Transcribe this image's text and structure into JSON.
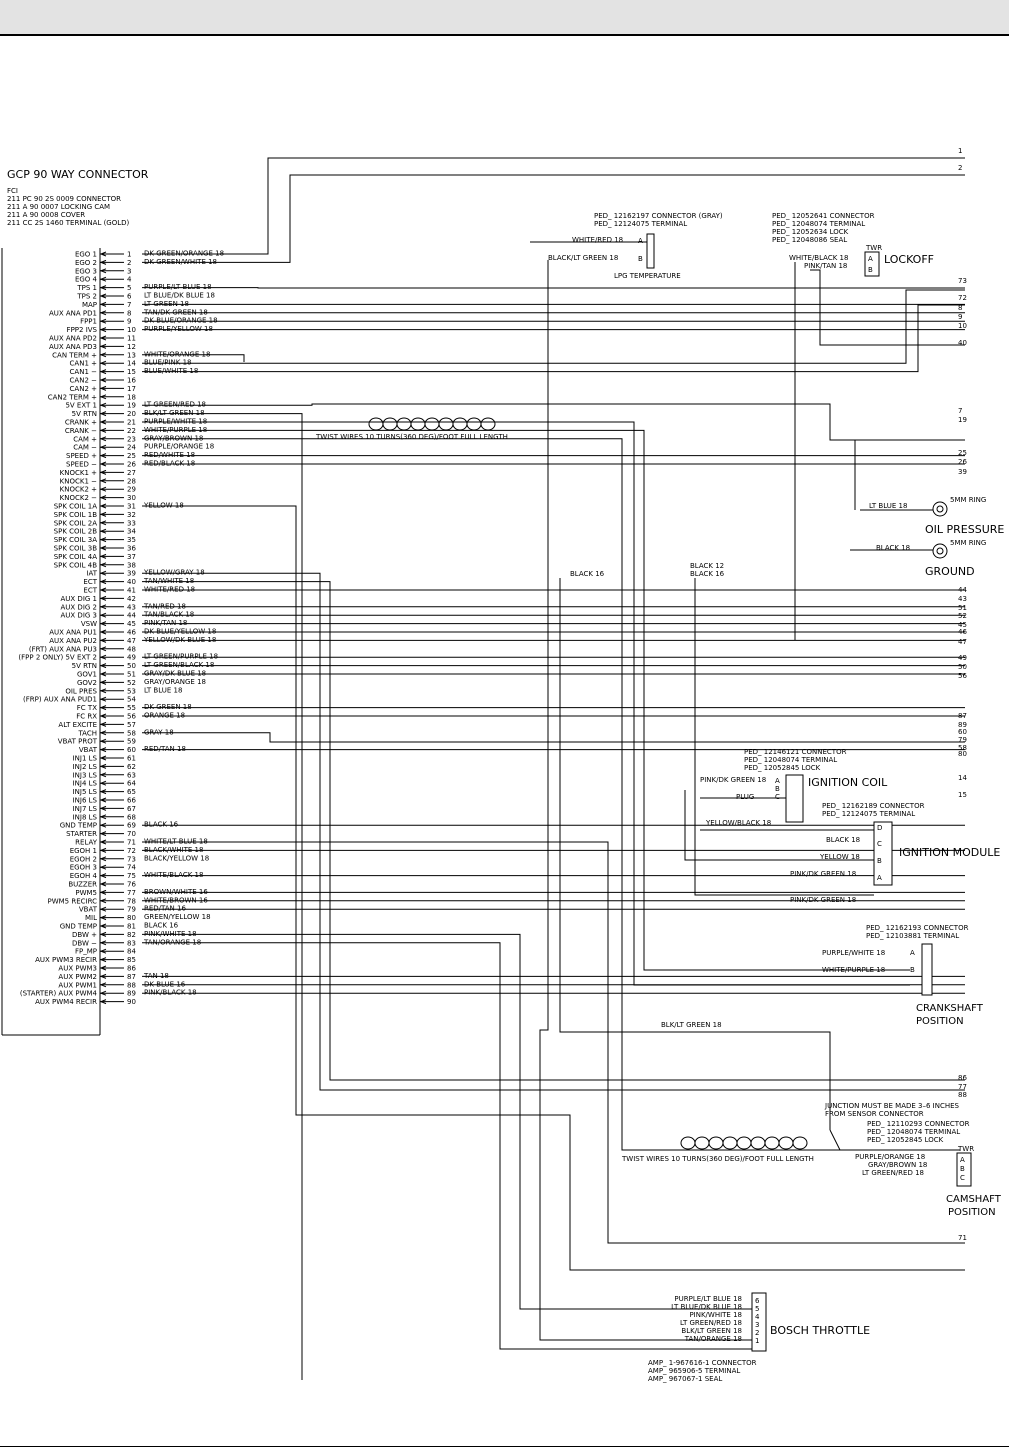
{
  "ecm": {
    "title": "GCP 90 WAY CONNECTOR",
    "parts": [
      "FCI",
      "211 PC 90 2S 0009 CONNECTOR",
      "211 A 90 0007 LOCKING CAM",
      "211 A 90 0008 COVER",
      "211 CC 2S 1460 TERMINAL (GOLD)"
    ],
    "pins": [
      {
        "n": "1",
        "label": "EGO 1",
        "wire": "DK GREEN/ORANGE 18"
      },
      {
        "n": "2",
        "label": "EGO 2",
        "wire": "DK GREEN/WHITE 18"
      },
      {
        "n": "3",
        "label": "EGO 3",
        "wire": ""
      },
      {
        "n": "4",
        "label": "EGO 4",
        "wire": ""
      },
      {
        "n": "5",
        "label": "TPS 1",
        "wire": "PURPLE/LT BLUE 18"
      },
      {
        "n": "6",
        "label": "TPS 2",
        "wire": "LT BLUE/DK BLUE 18"
      },
      {
        "n": "7",
        "label": "MAP",
        "wire": "LT GREEN 18"
      },
      {
        "n": "8",
        "label": "AUX ANA PD1",
        "wire": "TAN/DK GREEN 18"
      },
      {
        "n": "9",
        "label": "FPP1",
        "wire": "DK BLUE/ORANGE 18"
      },
      {
        "n": "10",
        "label": "FPP2 IVS",
        "wire": "PURPLE/YELLOW 18"
      },
      {
        "n": "11",
        "label": "AUX ANA PD2",
        "wire": ""
      },
      {
        "n": "12",
        "label": "AUX ANA PD3",
        "wire": ""
      },
      {
        "n": "13",
        "label": "CAN TERM +",
        "wire": "WHITE/ORANGE 18"
      },
      {
        "n": "14",
        "label": "CAN1 +",
        "wire": "BLUE/PINK 18"
      },
      {
        "n": "15",
        "label": "CAN1 −",
        "wire": "BLUE/WHITE 18"
      },
      {
        "n": "16",
        "label": "CAN2 −",
        "wire": ""
      },
      {
        "n": "17",
        "label": "CAN2 +",
        "wire": ""
      },
      {
        "n": "18",
        "label": "CAN2 TERM +",
        "wire": ""
      },
      {
        "n": "19",
        "label": "5V EXT 1",
        "wire": "LT GREEN/RED 18"
      },
      {
        "n": "20",
        "label": "5V RTN",
        "wire": "BLK/LT GREEN 18"
      },
      {
        "n": "21",
        "label": "CRANK +",
        "wire": "PURPLE/WHITE 18"
      },
      {
        "n": "22",
        "label": "CRANK −",
        "wire": "WHITE/PURPLE 18"
      },
      {
        "n": "23",
        "label": "CAM +",
        "wire": "GRAY/BROWN 18"
      },
      {
        "n": "24",
        "label": "CAM −",
        "wire": "PURPLE/ORANGE 18"
      },
      {
        "n": "25",
        "label": "SPEED +",
        "wire": "RED/WHITE 18"
      },
      {
        "n": "26",
        "label": "SPEED −",
        "wire": "RED/BLACK 18"
      },
      {
        "n": "27",
        "label": "KNOCK1 +",
        "wire": ""
      },
      {
        "n": "28",
        "label": "KNOCK1 −",
        "wire": ""
      },
      {
        "n": "29",
        "label": "KNOCK2 +",
        "wire": ""
      },
      {
        "n": "30",
        "label": "KNOCK2 −",
        "wire": ""
      },
      {
        "n": "31",
        "label": "SPK COIL 1A",
        "wire": "YELLOW 18"
      },
      {
        "n": "32",
        "label": "SPK COIL 1B",
        "wire": ""
      },
      {
        "n": "33",
        "label": "SPK COIL 2A",
        "wire": ""
      },
      {
        "n": "34",
        "label": "SPK COIL 2B",
        "wire": ""
      },
      {
        "n": "35",
        "label": "SPK COIL 3A",
        "wire": ""
      },
      {
        "n": "36",
        "label": "SPK COIL 3B",
        "wire": ""
      },
      {
        "n": "37",
        "label": "SPK COIL 4A",
        "wire": ""
      },
      {
        "n": "38",
        "label": "SPK COIL 4B",
        "wire": ""
      },
      {
        "n": "39",
        "label": "IAT",
        "wire": "YELLOW/GRAY 18"
      },
      {
        "n": "40",
        "label": "ECT",
        "wire": "TAN/WHITE 18"
      },
      {
        "n": "41",
        "label": "ECT",
        "wire": "WHITE/RED 18"
      },
      {
        "n": "42",
        "label": "AUX DIG 1",
        "wire": ""
      },
      {
        "n": "43",
        "label": "AUX DIG 2",
        "wire": "TAN/RED 18"
      },
      {
        "n": "44",
        "label": "AUX DIG 3",
        "wire": "TAN/BLACK 18"
      },
      {
        "n": "45",
        "label": "VSW",
        "wire": "PINK/TAN 18"
      },
      {
        "n": "46",
        "label": "AUX ANA PU1",
        "wire": "DK BLUE/YELLOW 18"
      },
      {
        "n": "47",
        "label": "AUX ANA PU2",
        "wire": "YELLOW/DK BLUE 18"
      },
      {
        "n": "48",
        "label": "(FRT) AUX ANA PU3",
        "wire": ""
      },
      {
        "n": "49",
        "label": "(FPP 2 ONLY) 5V EXT 2",
        "wire": "LT GREEN/PURPLE 18"
      },
      {
        "n": "50",
        "label": "5V RTN",
        "wire": "LT GREEN/BLACK 18"
      },
      {
        "n": "51",
        "label": "GOV1",
        "wire": "GRAY/DK BLUE 18"
      },
      {
        "n": "52",
        "label": "GOV2",
        "wire": "GRAY/ORANGE 18"
      },
      {
        "n": "53",
        "label": "OIL PRES",
        "wire": "LT BLUE 18"
      },
      {
        "n": "54",
        "label": "(FRP) AUX ANA PUD1",
        "wire": ""
      },
      {
        "n": "55",
        "label": "FC TX",
        "wire": "DK GREEN 18"
      },
      {
        "n": "56",
        "label": "FC RX",
        "wire": "ORANGE 18"
      },
      {
        "n": "57",
        "label": "ALT EXCITE",
        "wire": ""
      },
      {
        "n": "58",
        "label": "TACH",
        "wire": "GRAY 18"
      },
      {
        "n": "59",
        "label": "VBAT PROT",
        "wire": ""
      },
      {
        "n": "60",
        "label": "VBAT",
        "wire": "RED/TAN 18"
      },
      {
        "n": "61",
        "label": "INJ1 LS",
        "wire": ""
      },
      {
        "n": "62",
        "label": "INJ2 LS",
        "wire": ""
      },
      {
        "n": "63",
        "label": "INJ3 LS",
        "wire": ""
      },
      {
        "n": "64",
        "label": "INJ4 LS",
        "wire": ""
      },
      {
        "n": "65",
        "label": "INJ5 LS",
        "wire": ""
      },
      {
        "n": "66",
        "label": "INJ6 LS",
        "wire": ""
      },
      {
        "n": "67",
        "label": "INJ7 LS",
        "wire": ""
      },
      {
        "n": "68",
        "label": "INJ8 LS",
        "wire": ""
      },
      {
        "n": "69",
        "label": "GND TEMP",
        "wire": "BLACK 16"
      },
      {
        "n": "70",
        "label": "STARTER",
        "wire": ""
      },
      {
        "n": "71",
        "label": "RELAY",
        "wire": "WHITE/LT BLUE 18"
      },
      {
        "n": "72",
        "label": "EGOH 1",
        "wire": "BLACK/WHITE 18"
      },
      {
        "n": "73",
        "label": "EGOH 2",
        "wire": "BLACK/YELLOW 18"
      },
      {
        "n": "74",
        "label": "EGOH 3",
        "wire": ""
      },
      {
        "n": "75",
        "label": "EGOH 4",
        "wire": "WHITE/BLACK 18"
      },
      {
        "n": "76",
        "label": "BUZZER",
        "wire": ""
      },
      {
        "n": "77",
        "label": "PWM5",
        "wire": "BROWN/WHITE 16"
      },
      {
        "n": "78",
        "label": "PWM5 RECIRC",
        "wire": "WHITE/BROWN 16"
      },
      {
        "n": "79",
        "label": "VBAT",
        "wire": "RED/TAN 16"
      },
      {
        "n": "80",
        "label": "MIL",
        "wire": "GREEN/YELLOW 18"
      },
      {
        "n": "81",
        "label": "GND TEMP",
        "wire": "BLACK 16"
      },
      {
        "n": "82",
        "label": "DBW +",
        "wire": "PINK/WHITE 18"
      },
      {
        "n": "83",
        "label": "DBW −",
        "wire": "TAN/ORANGE 18"
      },
      {
        "n": "84",
        "label": "FP_MP",
        "wire": ""
      },
      {
        "n": "85",
        "label": "AUX PWM3 RECIR",
        "wire": ""
      },
      {
        "n": "86",
        "label": "AUX PWM3",
        "wire": ""
      },
      {
        "n": "87",
        "label": "AUX PWM2",
        "wire": "TAN 18"
      },
      {
        "n": "88",
        "label": "AUX PWM1",
        "wire": "DK BLUE 16"
      },
      {
        "n": "89",
        "label": "(STARTER) AUX PWM4",
        "wire": "PINK/BLACK 18"
      },
      {
        "n": "90",
        "label": "AUX PWM4 RECIR",
        "wire": ""
      }
    ]
  },
  "twist_label": "TWIST WIRES 10 TURNS(360 DEG)/FOOT FULL LENGTH",
  "lpg": {
    "parts": [
      "PED_ 12162197 CONNECTOR (GRAY)",
      "PED_ 12124075 TERMINAL"
    ],
    "wire_a": "WHITE/RED 18",
    "wire_b": "BLACK/LT GREEN 18",
    "pin_a": "A",
    "pin_b": "B",
    "name": "LPG TEMPERATURE"
  },
  "lockoff": {
    "parts": [
      "PED_ 12052641 CONNECTOR",
      "PED_ 12048074 TERMINAL",
      "PED_ 12052634 LOCK",
      "PED_ 12048086 SEAL"
    ],
    "twr": "TWR",
    "wire_a": "WHITE/BLACK 18",
    "wire_b": "PINK/TAN 18",
    "pin_a": "A",
    "pin_b": "B",
    "name": "LOCKOFF"
  },
  "oil": {
    "wire": "LT BLUE 18",
    "ring": "5MM RING",
    "name": "OIL PRESSURE"
  },
  "ground": {
    "wire": "BLACK 18",
    "ring": "5MM RING",
    "name": "GROUND"
  },
  "black_wires": {
    "w16a": "BLACK 16",
    "w12": "BLACK 12",
    "w16b": "BLACK 16"
  },
  "ign_coil": {
    "parts": [
      "PED_ 12146121 CONNECTOR",
      "PED_ 12048074 TERMINAL",
      "PED_ 12052845 LOCK"
    ],
    "wire_a": "PINK/DK GREEN 18",
    "plug": "PLUG",
    "pins": [
      "A",
      "B",
      "C"
    ],
    "name": "IGNITION COIL"
  },
  "ign_module": {
    "parts": [
      "PED_ 12162189 CONNECTOR",
      "PED_ 12124075 TERMINAL"
    ],
    "wire_d": "YELLOW/BLACK 18",
    "wire_c": "BLACK 18",
    "wire_b1": "YELLOW 18",
    "wire_b2": "PINK/DK GREEN 18",
    "wire_a": "PINK/DK GREEN 18",
    "pins": [
      "D",
      "C",
      "B",
      "A"
    ],
    "name": "IGNITION MODULE"
  },
  "crank": {
    "parts": [
      "PED_ 12162193 CONNECTOR",
      "PED_ 12103881 TERMINAL"
    ],
    "wire_a": "PURPLE/WHITE 18",
    "wire_b": "WHITE/PURPLE 18",
    "pin_a": "A",
    "pin_b": "B",
    "name1": "CRANKSHAFT",
    "name2": "POSITION"
  },
  "blk_lt_green": "BLK/LT GREEN 18",
  "cam": {
    "note1": "JUNCTION MUST BE MADE 3–6 INCHES",
    "note2": "FROM SENSOR CONNECTOR",
    "parts": [
      "PED_ 12110293 CONNECTOR",
      "PED_ 12048074 TERMINAL",
      "PED_ 12052845 LOCK"
    ],
    "twr": "TWR",
    "wire_a": "PURPLE/ORANGE 18",
    "wire_b": "GRAY/BROWN 18",
    "wire_c": "LT GREEN/RED 18",
    "pins": [
      "A",
      "B",
      "C"
    ],
    "name1": "CAMSHAFT",
    "name2": "POSITION"
  },
  "bosch": {
    "wires": [
      "PURPLE/LT BLUE 18",
      "LT BLUE/DK BLUE 18",
      "PINK/WHITE 18",
      "LT GREEN/RED 18",
      "BLK/LT GREEN 18",
      "TAN/ORANGE 18"
    ],
    "pins": [
      "6",
      "5",
      "4",
      "3",
      "2",
      "1"
    ],
    "name": "BOSCH THROTTLE",
    "parts": [
      "AMP_ 1-967616-1 CONNECTOR",
      "AMP_ 965906-5 TERMINAL",
      "AMP_ 967067-1 SEAL"
    ]
  },
  "right_labels": [
    "1",
    "2",
    "73",
    "72",
    "8",
    "9",
    "10",
    "40",
    "7",
    "19",
    "25",
    "26",
    "39",
    "44",
    "43",
    "51",
    "52",
    "45",
    "46",
    "47",
    "49",
    "50",
    "56",
    "87",
    "89",
    "60",
    "79",
    "58",
    "80",
    "14",
    "15",
    "71",
    "86",
    "77",
    "88"
  ]
}
